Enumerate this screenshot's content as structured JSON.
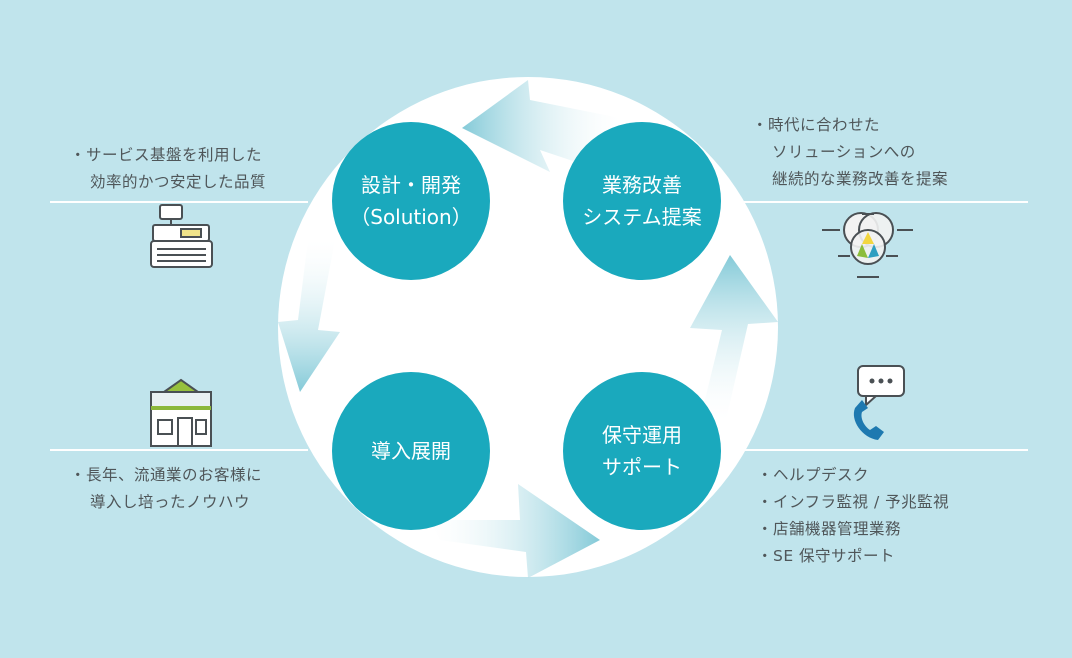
{
  "nodes": [
    {
      "id": "design",
      "lines": [
        "設計・開発",
        "（Solution）"
      ]
    },
    {
      "id": "improve",
      "lines": [
        "業務改善",
        "システム提案"
      ]
    },
    {
      "id": "intro",
      "lines": [
        "導入展開"
      ]
    },
    {
      "id": "support",
      "lines": [
        "保守運用",
        "サポート"
      ]
    }
  ],
  "notes": {
    "top_left": [
      "・サービス基盤を利用した",
      "効率的かつ安定した品質"
    ],
    "top_right": [
      "・時代に合わせた",
      "ソリューションへの",
      "継続的な業務改善を提案"
    ],
    "bottom_left": [
      "・長年、流通業のお客様に",
      "導入し培ったノウハウ"
    ],
    "bottom_right": [
      "・ヘルプデスク",
      "・インフラ監視 / 予兆監視",
      "・店舗機器管理業務",
      "・SE 保守サポート"
    ]
  },
  "icons": {
    "top_left": "cash-register-icon",
    "top_right": "venn-diagram-icon",
    "bottom_left": "storefront-icon",
    "bottom_right": "phone-chat-icon"
  },
  "colors": {
    "background": "#c0e4ec",
    "node": "#1aa9bd",
    "arrow": "#8ccfdc",
    "text": "#4f5659",
    "line": "#ffffff"
  }
}
